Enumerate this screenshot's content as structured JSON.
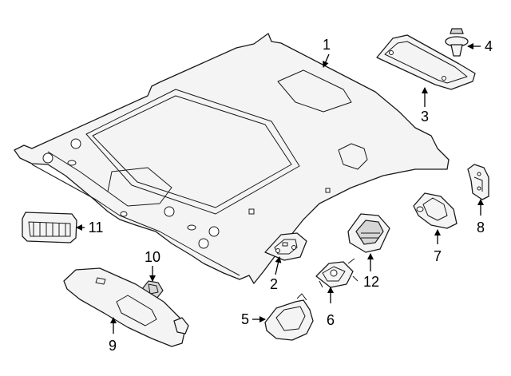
{
  "callouts": {
    "c1": "1",
    "c2": "2",
    "c3": "3",
    "c4": "4",
    "c5": "5",
    "c6": "6",
    "c7": "7",
    "c8": "8",
    "c9": "9",
    "c10": "10",
    "c11": "11",
    "c12": "12"
  },
  "colors": {
    "line": "#1a1a1a",
    "fill": "#f4f4f4",
    "background": "#ffffff"
  }
}
